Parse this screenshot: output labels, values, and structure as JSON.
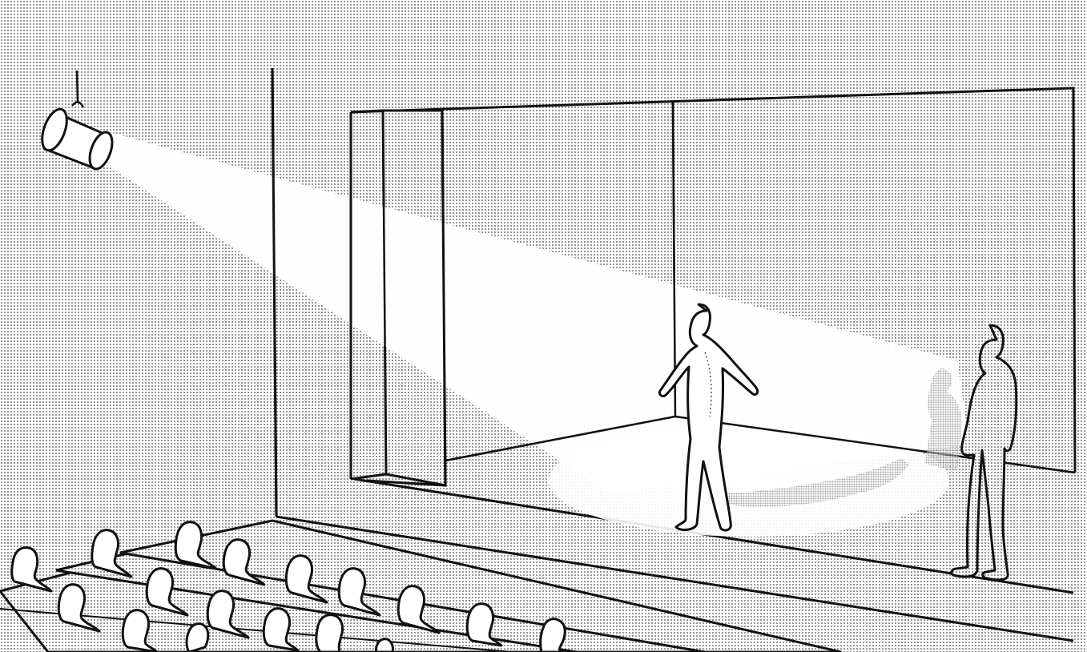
{
  "illustration": {
    "subject": "",
    "elements": [
      "spotlight-icon",
      "light-beam",
      "stage-opening",
      "wing-curtain",
      "performer-figure",
      "shadow-figure",
      "standing-observer-figure",
      "audience-seating"
    ]
  },
  "colors": {
    "ink": "#111111",
    "paper": "#ffffff",
    "halftone_dot": "#7a7a7a",
    "light": "#ffffff"
  }
}
